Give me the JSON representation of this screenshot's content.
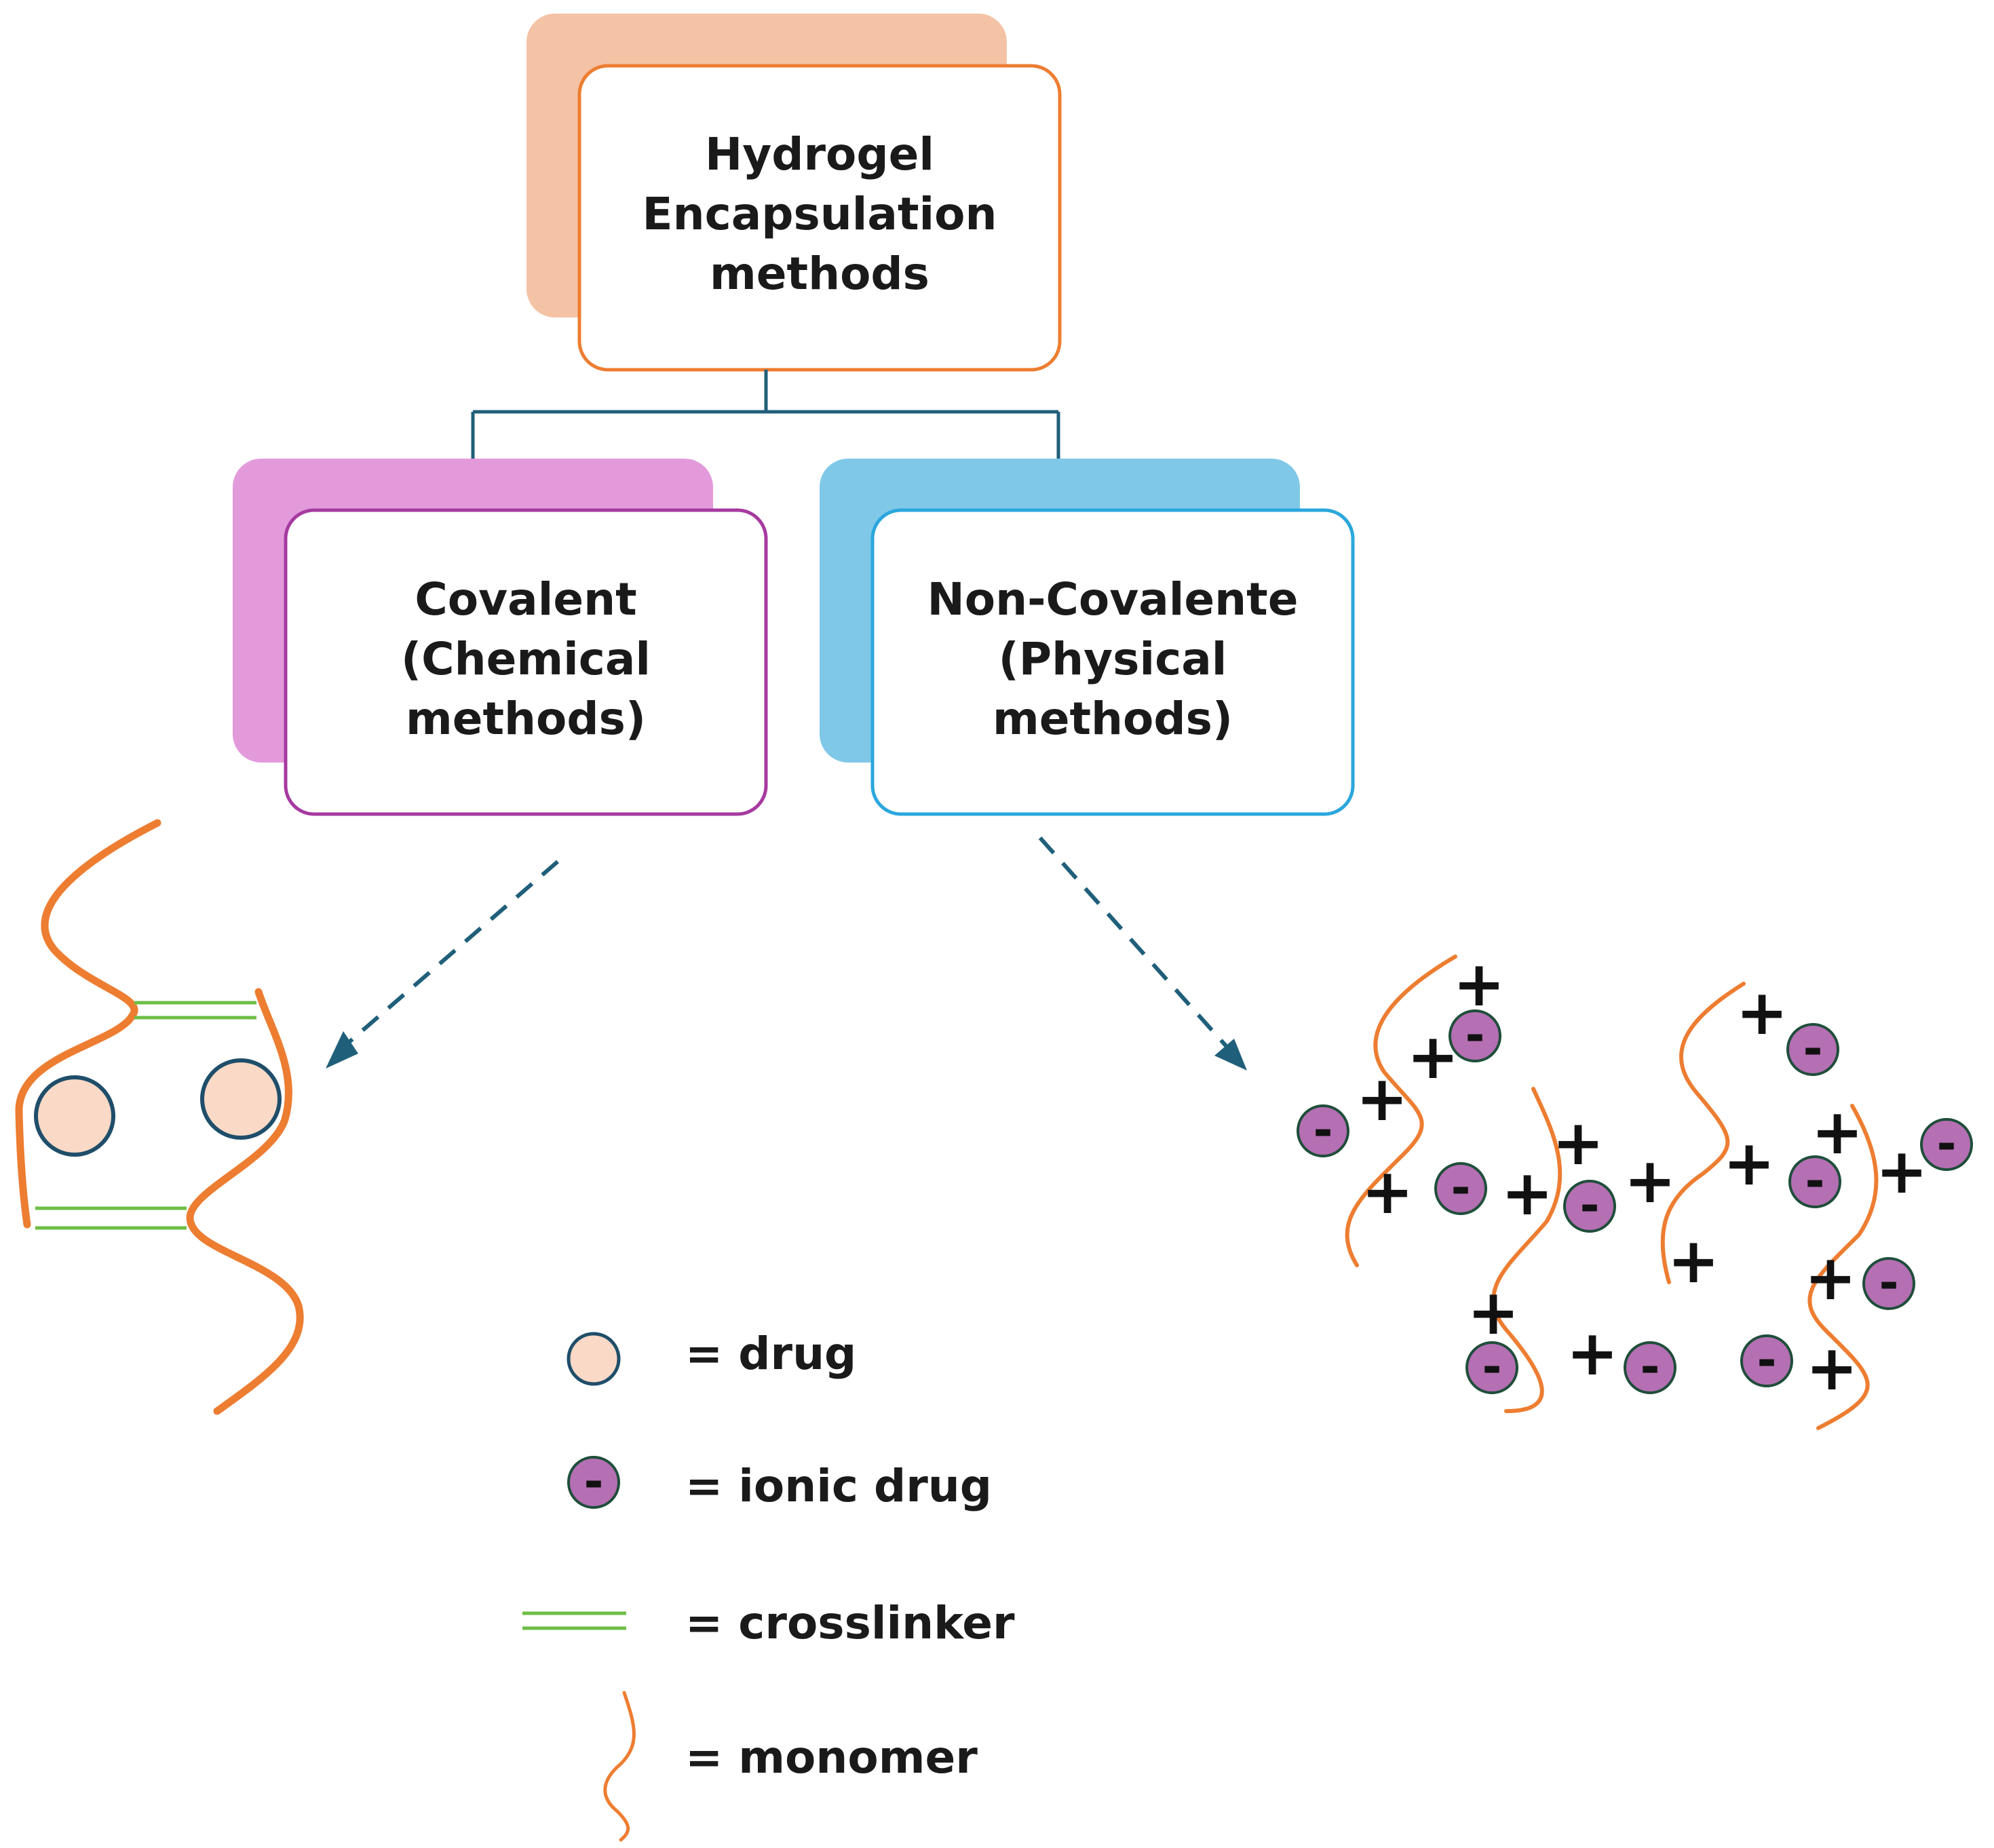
{
  "colors": {
    "title_box_border": "#ED7D31",
    "title_box_shadow": "#F4C3A6",
    "covalent_border": "#A63AA0",
    "covalent_shadow": "#E39ADB",
    "noncovalent_border": "#2AA7DD",
    "noncovalent_shadow": "#80C8E8",
    "connector": "#1F5F7A",
    "arrow": "#1F5F7A",
    "monomer": "#ED7D31",
    "crosslinker": "#6DBE45",
    "drug_fill": "#FAD9C6",
    "drug_stroke": "#1F4E6A",
    "ionic_fill": "#B56FB3",
    "ionic_stroke": "#1F4E3A"
  },
  "root": {
    "lines": [
      "Hydrogel",
      "Encapsulation",
      "methods"
    ]
  },
  "branches": {
    "covalent": {
      "lines": [
        "Covalent",
        "(Chemical",
        "methods)"
      ]
    },
    "noncovalent": {
      "lines": [
        "Non-Covalente",
        "(Physical",
        "methods)"
      ]
    }
  },
  "symbols": {
    "positive": "+",
    "negative": "-"
  },
  "legend": {
    "drug": "= drug",
    "ionic_drug": "= ionic drug",
    "crosslinker": "= crosslinker",
    "monomer": "= monomer"
  }
}
